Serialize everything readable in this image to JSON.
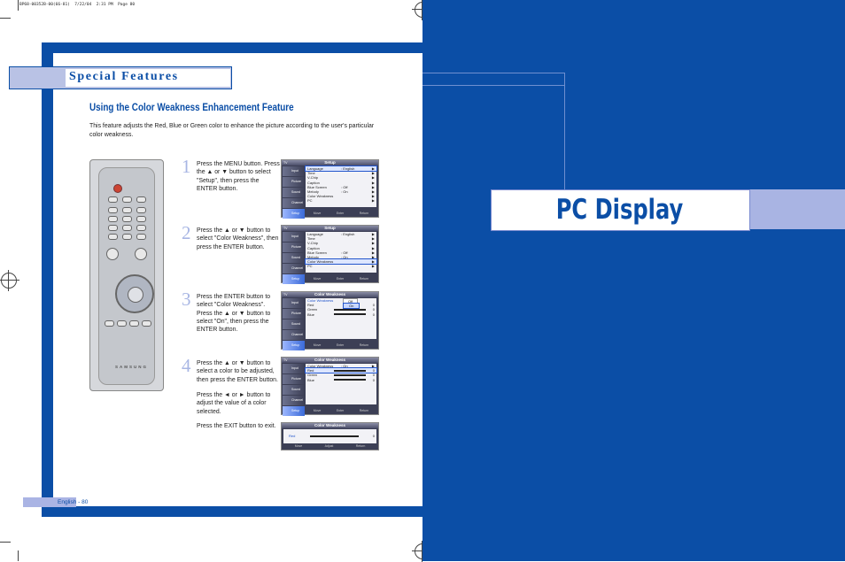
{
  "file_header": "BP68-00352B-00(66-81)  7/22/04  2:31 PM  Page 80",
  "left_page": {
    "section": "Special Features",
    "subtitle": "Using the Color Weakness Enhancement Feature",
    "intro": "This feature adjusts the Red, Blue or Green color to enhance the picture according to the user's particular color weakness.",
    "remote_brand": "SAMSUNG",
    "steps": [
      {
        "num": "1",
        "text": "Press the MENU button. Press the ▲ or ▼ button to select \"Setup\", then press the ENTER button."
      },
      {
        "num": "2",
        "text": "Press the ▲ or ▼ button to select \"Color Weakness\", then press the ENTER button."
      },
      {
        "num": "3",
        "text": "Press the ENTER button to select \"Color Weakness\". Press the ▲ or ▼ button to select \"On\", then press the ENTER button."
      },
      {
        "num": "4",
        "text": "Press the ▲ or ▼ button to select a color to be adjusted, then press the ENTER button.",
        "text2": "Press the ◄ or ► button to adjust the value of a color selected.",
        "text3": "Press the EXIT button to exit."
      }
    ],
    "osd_common": {
      "tv": "TV",
      "side": [
        "Input",
        "Picture",
        "Sound",
        "Channel",
        "Setup"
      ],
      "foot_move": "Move",
      "foot_enter": "Enter",
      "foot_return": "Return"
    },
    "osd1": {
      "title": "Setup",
      "rows": [
        {
          "label": "Language",
          "value": ": English"
        },
        {
          "label": "Time",
          "value": ""
        },
        {
          "label": "V-Chip",
          "value": ""
        },
        {
          "label": "Caption",
          "value": ""
        },
        {
          "label": "Blue Screen",
          "value": ": Off"
        },
        {
          "label": "Melody",
          "value": ": On"
        },
        {
          "label": "Color Weakness",
          "value": ""
        },
        {
          "label": "PC",
          "value": ""
        }
      ]
    },
    "osd2": {
      "title": "Setup"
    },
    "osd3": {
      "title": "Color Weakness",
      "rows": [
        {
          "label": "Color Weakness",
          "value": "Off"
        },
        {
          "label": "Red",
          "value": "0"
        },
        {
          "label": "Green",
          "value": "0"
        },
        {
          "label": "Blue",
          "value": "0"
        }
      ],
      "option_on": "On"
    },
    "osd4": {
      "title": "Color Weakness",
      "value_on": ": On"
    },
    "osd5": {
      "title": "Color Weakness",
      "label": "Red",
      "value": "0",
      "foot_move": "Move",
      "foot_adjust": "Adjust",
      "foot_return": "Return"
    },
    "footer": "English - 80"
  },
  "right_page": {
    "title": "PC Display"
  }
}
